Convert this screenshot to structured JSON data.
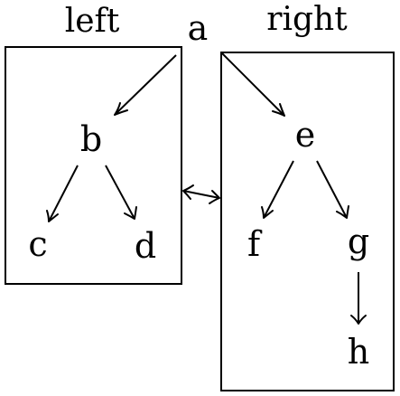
{
  "diagram": {
    "boxes": {
      "left": {
        "label": "left"
      },
      "right": {
        "label": "right"
      }
    },
    "nodes": {
      "a": "a",
      "b": "b",
      "c": "c",
      "d": "d",
      "e": "e",
      "f": "f",
      "g": "g",
      "h": "h"
    },
    "edges": [
      {
        "from": "a",
        "to": "b",
        "type": "arrow"
      },
      {
        "from": "a",
        "to": "e",
        "type": "arrow"
      },
      {
        "from": "b",
        "to": "c",
        "type": "arrow"
      },
      {
        "from": "b",
        "to": "d",
        "type": "arrow"
      },
      {
        "from": "e",
        "to": "f",
        "type": "arrow"
      },
      {
        "from": "e",
        "to": "g",
        "type": "arrow"
      },
      {
        "from": "g",
        "to": "h",
        "type": "arrow"
      },
      {
        "from": "left",
        "to": "right",
        "type": "bidirectional"
      }
    ],
    "color": "#000000"
  }
}
